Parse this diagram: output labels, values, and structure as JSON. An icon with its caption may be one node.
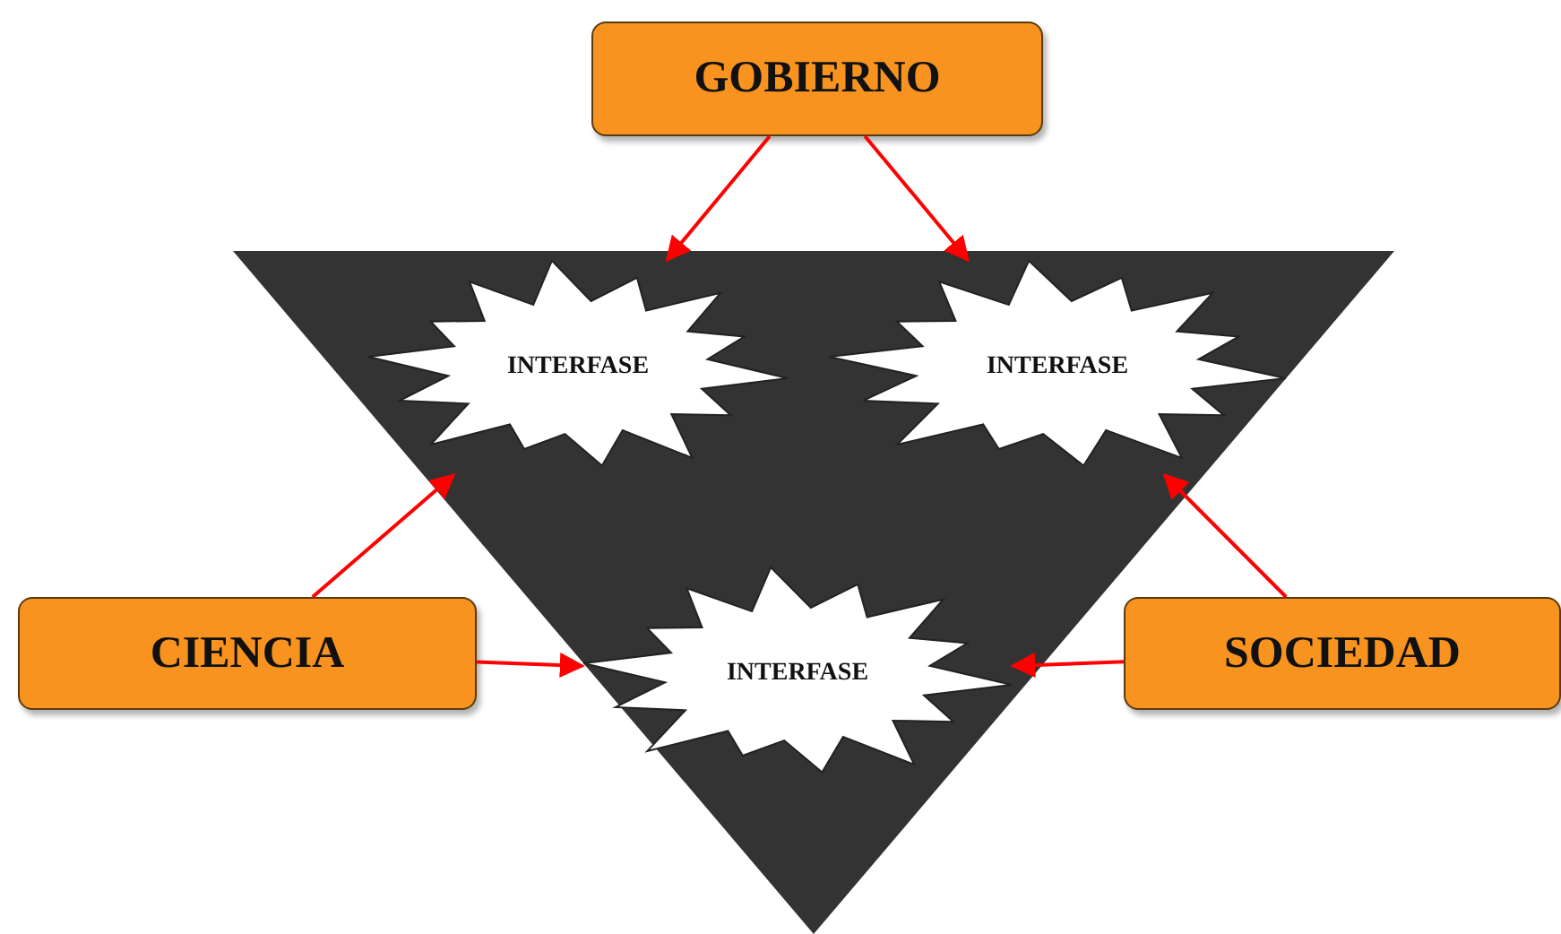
{
  "diagram": {
    "nodes": [
      {
        "text": [
          "GOBIERNO"
        ]
      },
      {
        "text": [],
        "shape": "triangle"
      },
      {
        "text": [
          "INTERFASE"
        ],
        "in": 1
      },
      {
        "text": [
          "INTERFASE"
        ],
        "in": 1
      },
      {
        "text": [
          "CIENCIA"
        ]
      },
      {
        "text": [
          "INTERFASE"
        ],
        "in": 1
      },
      {
        "text": [
          "SOCIEDAD"
        ]
      }
    ],
    "edges": [
      {
        "from": 0,
        "to": 2,
        "arrow": "to"
      },
      {
        "from": 0,
        "to": 3,
        "arrow": "to"
      },
      {
        "from": 4,
        "to": 2,
        "arrow": "to"
      },
      {
        "from": 4,
        "to": 5,
        "arrow": "to"
      },
      {
        "from": 6,
        "to": 3,
        "arrow": "to"
      },
      {
        "from": 6,
        "to": 5,
        "arrow": "to"
      }
    ]
  }
}
